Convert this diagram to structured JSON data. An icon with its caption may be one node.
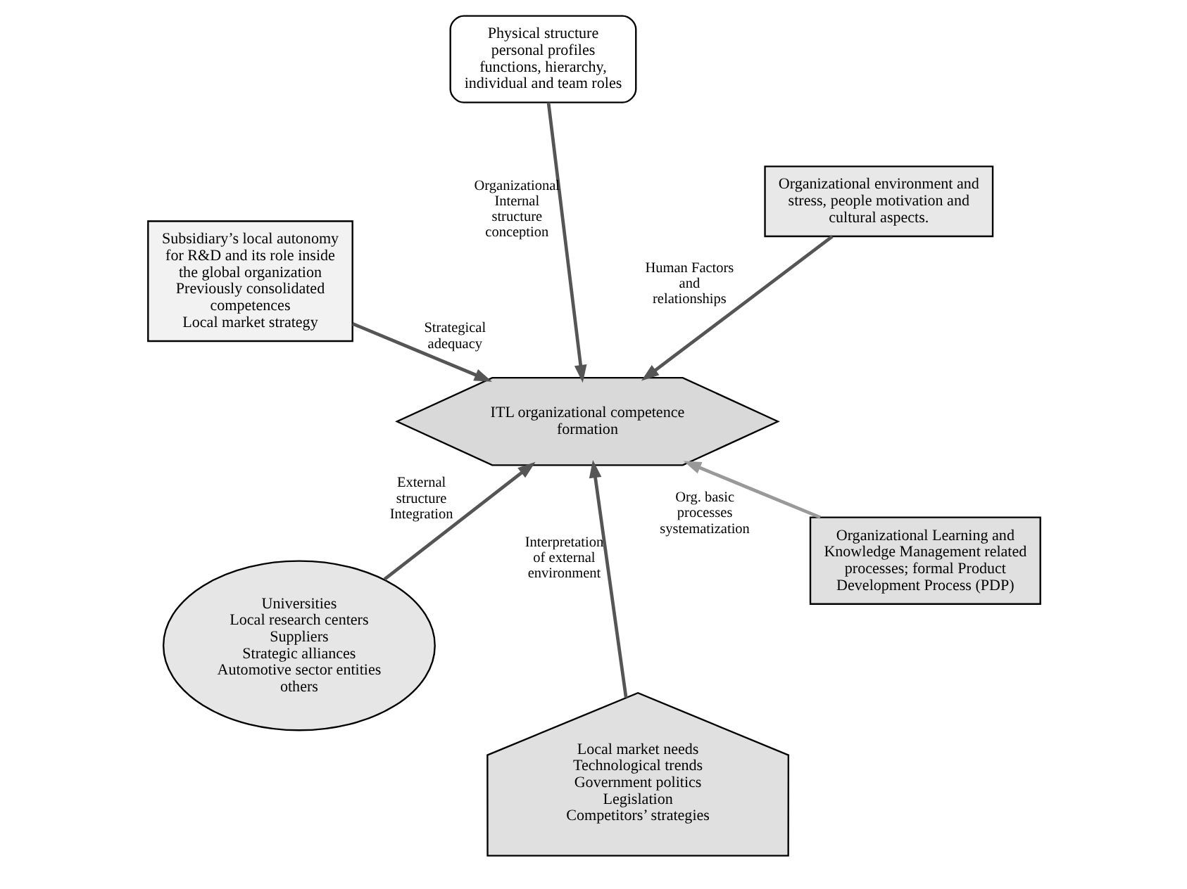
{
  "diagram": {
    "nodes": [
      {
        "text": [
          "Subsidiary’s local autonomy for R&D and its role inside the global organization",
          "Previously consolidated competences",
          "Local market strategy"
        ]
      },
      {
        "text": [
          "Organizational Learning and Knowledge Management related processes; formal Product Development Process (PDP)"
        ]
      },
      {
        "text": [
          "Local market needs",
          "Technological trends",
          "Government politics",
          "Legislation",
          "Competitors’ strategies"
        ]
      },
      {
        "text": [
          "ITL organizational competence formation"
        ]
      },
      {
        "text": [
          "Organizational environment and stress, people motivation and cultural aspects."
        ]
      },
      {
        "text": [
          "Physical structure",
          "personal profiles",
          "functions, hierarchy, individual and team roles"
        ]
      },
      {
        "text": [
          "Universities",
          "Local research centers",
          "Suppliers",
          "Strategic alliances",
          "Automotive sector entities",
          "others"
        ]
      }
    ],
    "edges": [
      {
        "from": 0,
        "to": 3,
        "arrow": "to",
        "label": "Strategical adequacy"
      },
      {
        "from": 1,
        "to": 3,
        "arrow": "to",
        "label": "Org. basic processes systematization",
        "color": "#999999"
      },
      {
        "from": 2,
        "to": 3,
        "arrow": "to",
        "label": "Interpretation of external environment"
      },
      {
        "from": 4,
        "to": 3,
        "arrow": "to",
        "label": "Human Factors and relationships"
      },
      {
        "from": 6,
        "to": 3,
        "arrow": "to",
        "label": "External structure Integration"
      },
      {
        "from": 5,
        "to": 3,
        "arrow": "to",
        "label": "Organizational Internal structure conception"
      }
    ]
  }
}
